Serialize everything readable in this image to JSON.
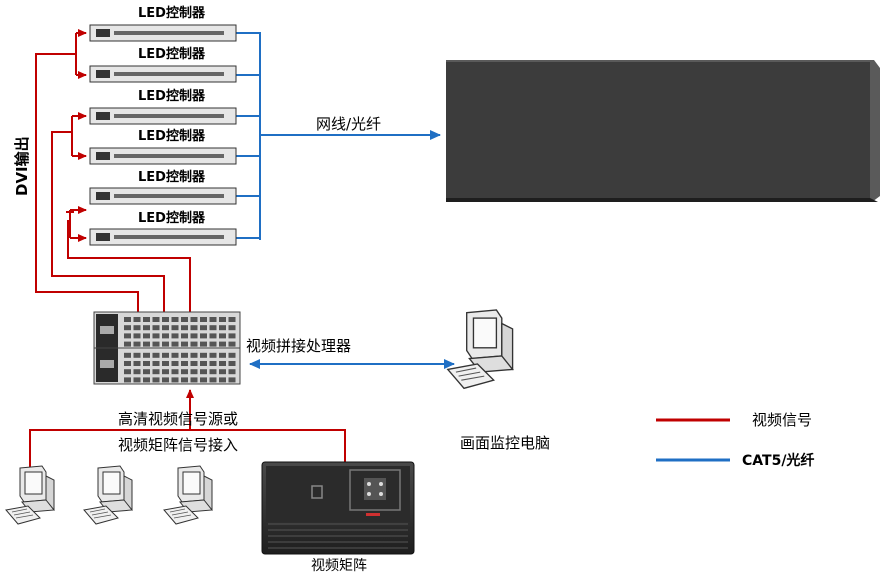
{
  "controllers": {
    "label": "LED控制器",
    "count": 6
  },
  "labels": {
    "dvi_output": "DVI输出",
    "network_fiber": "网线/光纤",
    "processor": "视频拼接处理器",
    "source_line1": "高清视频信号源或",
    "source_line2": "视频矩阵信号接入",
    "monitor_pc": "画面监控电脑",
    "matrix": "视频矩阵"
  },
  "legend": {
    "items": [
      {
        "label": "视频信号",
        "color": "#c00000"
      },
      {
        "label": "CAT5/光纤",
        "color": "#1f6fc4"
      }
    ]
  },
  "colors": {
    "video_signal": "#c00000",
    "cat5_fiber": "#1f6fc4",
    "screen": "#3c3c3c"
  }
}
